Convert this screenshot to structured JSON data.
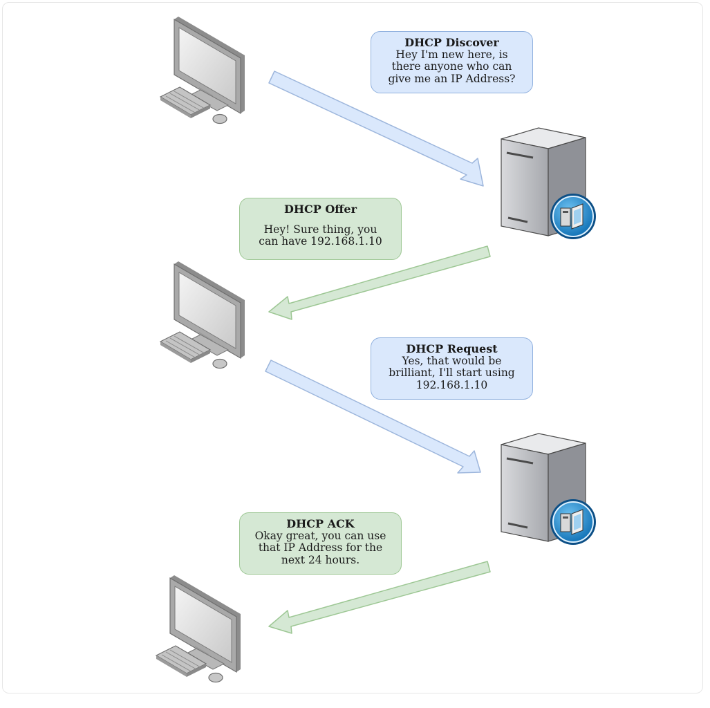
{
  "messages": [
    {
      "title": "DHCP Discover",
      "body": "Hey I'm new here, is\nthere anyone who can\ngive me an IP Address?",
      "color": "#dae8fc"
    },
    {
      "title": "DHCP Offer",
      "body": "Hey! Sure thing, you\ncan have 192.168.1.10",
      "color": "#d5e8d4"
    },
    {
      "title": "DHCP Request",
      "body": "Yes, that would be\nbrilliant, I'll start using\n192.168.1.10",
      "color": "#dae8fc"
    },
    {
      "title": "DHCP ACK",
      "body": "Okay great, you can use\nthat IP Address for the\nnext 24 hours.",
      "color": "#d5e8d4"
    }
  ],
  "devices": [
    {
      "type": "client-computer-icon"
    },
    {
      "type": "dhcp-server-icon"
    },
    {
      "type": "client-computer-icon"
    },
    {
      "type": "client-computer-icon"
    },
    {
      "type": "dhcp-server-icon"
    },
    {
      "type": "client-computer-icon"
    }
  ],
  "colors": {
    "client_to_server_arrow": "#dae8fc",
    "server_to_client_arrow": "#d5e8d4"
  }
}
